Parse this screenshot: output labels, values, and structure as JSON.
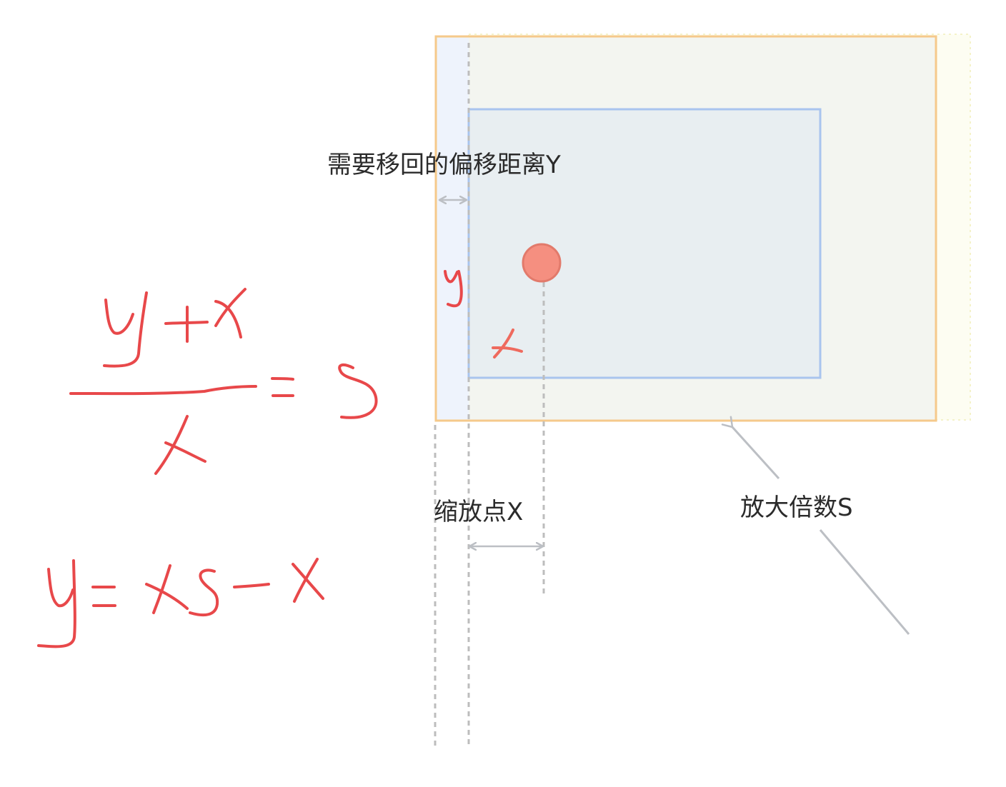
{
  "labels": {
    "offset_y": "需要移回的偏移距离Y",
    "zoom_point_x": "缩放点X",
    "scale_s": "放大倍数S"
  },
  "handwriting": {
    "fraction_numerator": "y+x",
    "fraction_denominator": "x",
    "fraction_result": "S",
    "formula": "y=xS-x",
    "small_y": "y",
    "small_x": "x"
  },
  "colors": {
    "outer_rect_stroke": "#f5c98b",
    "outer_rect_fill": "#f3f5f0",
    "inner_rect_stroke": "#a9c4ee",
    "inner_rect_fill": "#e8eef1",
    "offset_strip_fill": "#eef3fc",
    "faint_rect_fill": "#fdfdf2",
    "zoom_point_fill": "#f58f80",
    "zoom_point_stroke": "#e27a6b",
    "guide_line": "#bdbdbd",
    "arrow": "#bcbfc4",
    "handwriting": "#e8484a"
  },
  "icons": {
    "zoom_point": "circle-marker",
    "offset_arrow": "double-arrow",
    "x_arrow": "double-arrow",
    "scale_arrow": "pointer-arrow"
  }
}
